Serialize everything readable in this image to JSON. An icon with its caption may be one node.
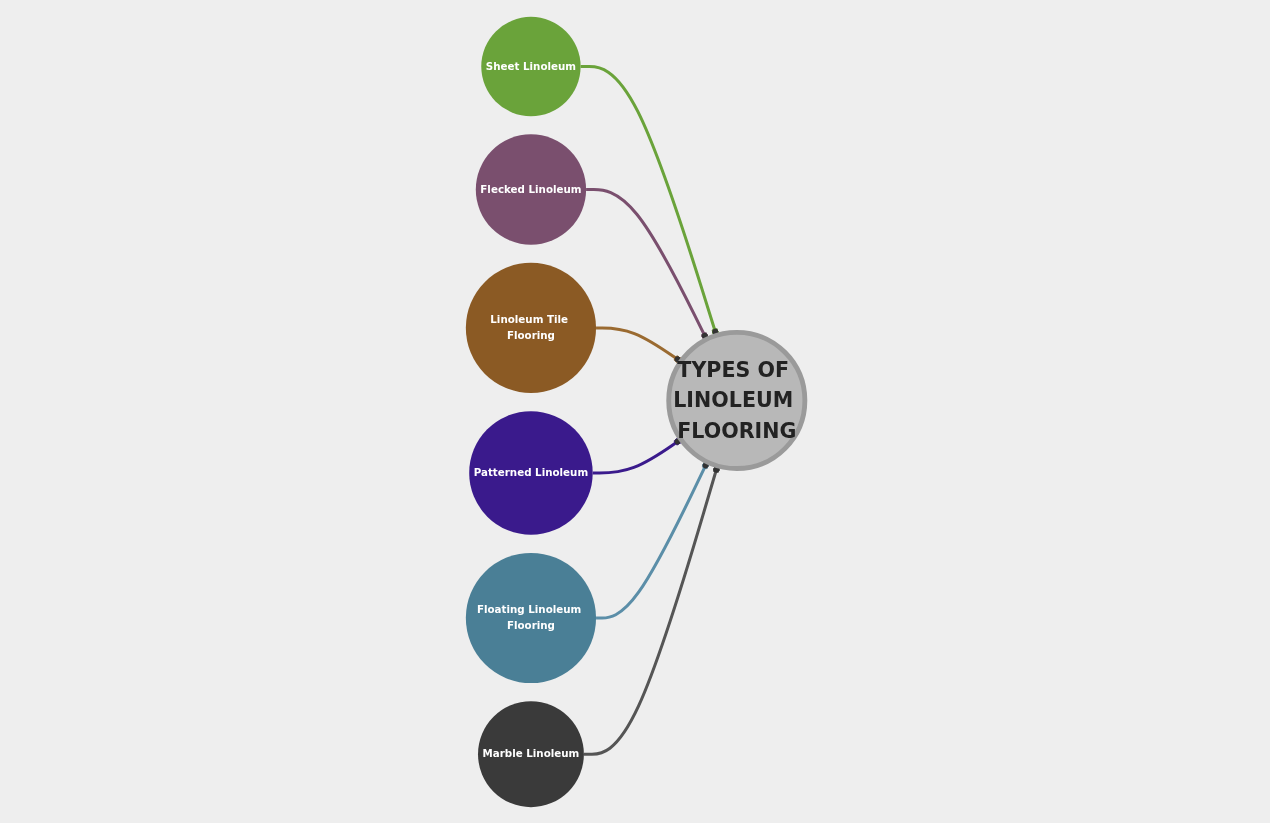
{
  "diagram": {
    "nodes": [
      {
        "text": [
          "TYPES OF LINOLEUM FLOORING"
        ]
      },
      {
        "text": [
          "Sheet Linoleum"
        ]
      },
      {
        "text": [
          "Flecked Linoleum"
        ]
      },
      {
        "text": [
          "Linoleum Tile Flooring"
        ]
      },
      {
        "text": [
          "Patterned Linoleum"
        ]
      },
      {
        "text": [
          "Floating Linoleum Flooring"
        ]
      },
      {
        "text": [
          "Marble Linoleum"
        ]
      }
    ],
    "edges": [
      {
        "from": 1,
        "to": 0,
        "arrow": "other",
        "color": "#6aa33a"
      },
      {
        "from": 2,
        "to": 0,
        "arrow": "other",
        "color": "#7a4f6e"
      },
      {
        "from": 3,
        "to": 0,
        "arrow": "other",
        "color": "#9a6a30"
      },
      {
        "from": 4,
        "to": 0,
        "arrow": "other",
        "color": "#3a1a8c"
      },
      {
        "from": 5,
        "to": 0,
        "arrow": "other",
        "color": "#5b8ea8"
      },
      {
        "from": 6,
        "to": 0,
        "arrow": "other",
        "color": "#555555"
      }
    ]
  }
}
